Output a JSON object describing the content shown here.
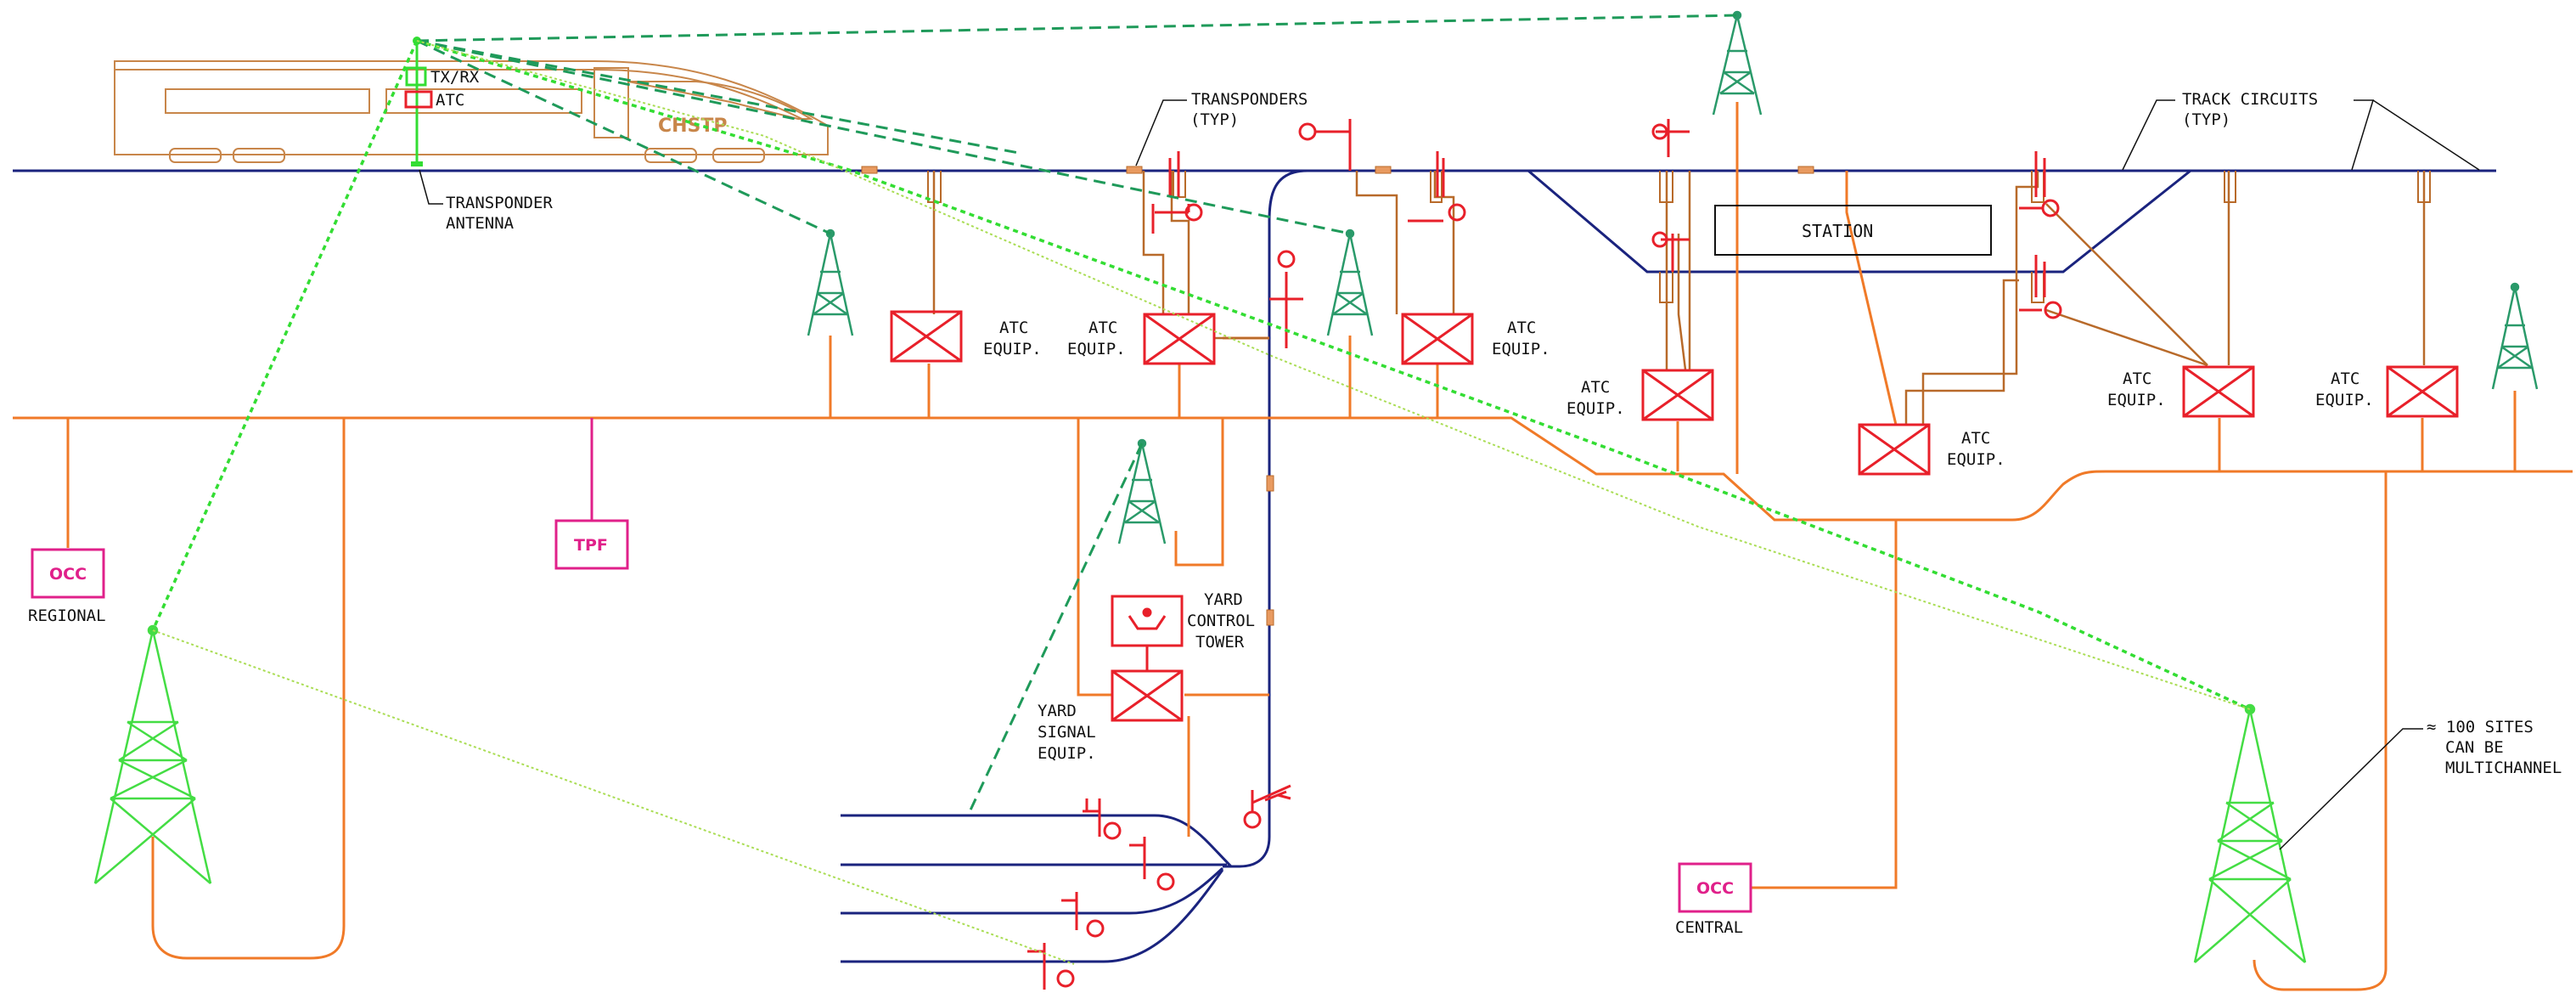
{
  "labels": {
    "tx_rx": "TX/RX",
    "atc_onboard": "ATC",
    "train_brand": "CHSTP",
    "transponder_antenna_1": "TRANSPONDER",
    "transponder_antenna_2": "ANTENNA",
    "transponders_1": "TRANSPONDERS",
    "transponders_2": "(TYP)",
    "track_circuits_1": "TRACK CIRCUITS",
    "track_circuits_2": "(TYP)",
    "station": "STATION",
    "atc_equip_line1": "ATC",
    "atc_equip_line2": "EQUIP.",
    "occ": "OCC",
    "occ_regional": "REGIONAL",
    "occ_central": "CENTRAL",
    "tpf": "TPF",
    "yard_control_tower_1": "YARD",
    "yard_control_tower_2": "CONTROL",
    "yard_control_tower_3": "TOWER",
    "yard_signal_equip_1": "YARD",
    "yard_signal_equip_2": "SIGNAL",
    "yard_signal_equip_3": "EQUIP.",
    "sites_note_1": "≈ 100 SITES",
    "sites_note_2": "CAN BE",
    "sites_note_3": "MULTICHANNEL"
  },
  "colors": {
    "track": "#1a237e",
    "fiber": "#f07a28",
    "equipment": "#e8202a",
    "tower_green": "#2a9a6a",
    "tower_bright": "#44dd44",
    "radio_link_dark": "#1f9a5a",
    "radio_link_bright": "#33dd33",
    "radio_link_faint": "#aadd55",
    "occ_magenta": "#e0208a",
    "train_outline": "#c8864a",
    "copper_wire": "#b86a2a"
  }
}
